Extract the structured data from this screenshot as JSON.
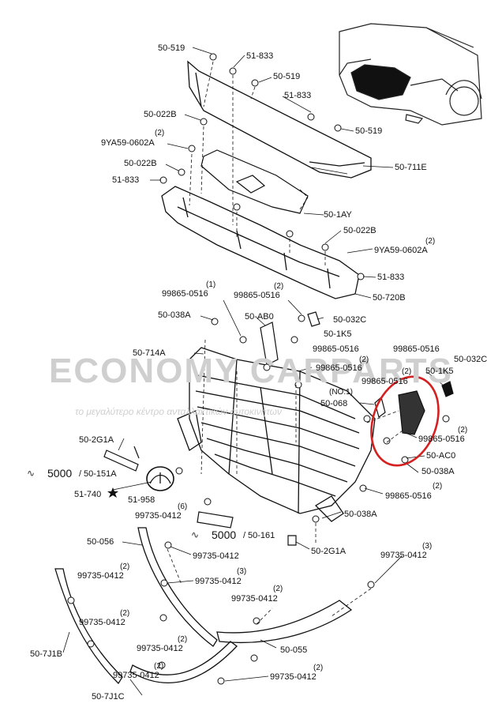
{
  "watermark": {
    "brand": "ECONOMY CARPARTS",
    "tagline": "το μεγαλύτερο κέντρο ανταλλακτικών αυτοκινήτων"
  },
  "callouts": [
    {
      "text": "50-519",
      "qty": ""
    },
    {
      "text": "51-833",
      "qty": ""
    },
    {
      "text": "50-519",
      "qty": ""
    },
    {
      "text": "51-833",
      "qty": ""
    },
    {
      "text": "50-022B",
      "qty": ""
    },
    {
      "text": "50-519",
      "qty": ""
    },
    {
      "text": "9YA59-0602A",
      "qty": "(2)"
    },
    {
      "text": "50-022B",
      "qty": ""
    },
    {
      "text": "51-833",
      "qty": ""
    },
    {
      "text": "50-711E",
      "qty": ""
    },
    {
      "text": "50-1AY",
      "qty": ""
    },
    {
      "text": "50-022B",
      "qty": ""
    },
    {
      "text": "9YA59-0602A",
      "qty": "(2)"
    },
    {
      "text": "51-833",
      "qty": ""
    },
    {
      "text": "50-720B",
      "qty": ""
    },
    {
      "text": "99865-0516",
      "qty": "(1)"
    },
    {
      "text": "99865-0516",
      "qty": "(2)"
    },
    {
      "text": "50-038A",
      "qty": ""
    },
    {
      "text": "50-AB0",
      "qty": ""
    },
    {
      "text": "50-032C",
      "qty": ""
    },
    {
      "text": "50-1K5",
      "qty": ""
    },
    {
      "text": "99865-0516",
      "qty": ""
    },
    {
      "text": "50-714A",
      "qty": ""
    },
    {
      "text": "99865-0516",
      "qty": "(2)"
    },
    {
      "text": "99865-0516",
      "qty": ""
    },
    {
      "text": "50-032C",
      "qty": ""
    },
    {
      "text": "50-1K5",
      "qty": ""
    },
    {
      "text": "99865-0516",
      "qty": "(2)"
    },
    {
      "text": "(NO.1)",
      "qty": ""
    },
    {
      "text": "50-068",
      "qty": ""
    },
    {
      "text": "99865-0516",
      "qty": "(2)"
    },
    {
      "text": "50-AC0",
      "qty": ""
    },
    {
      "text": "50-038A",
      "qty": ""
    },
    {
      "text": "50-2G1A",
      "qty": ""
    },
    {
      "text": "51-740",
      "qty": ""
    },
    {
      "text": "51-958",
      "qty": ""
    },
    {
      "text": "99735-0412",
      "qty": "(6)"
    },
    {
      "text": "99865-0516",
      "qty": "(2)"
    },
    {
      "text": "50-038A",
      "qty": ""
    },
    {
      "text": "50-161",
      "qty": ""
    },
    {
      "text": "50-2G1A",
      "qty": ""
    },
    {
      "text": "50-056",
      "qty": ""
    },
    {
      "text": "99735-0412",
      "qty": ""
    },
    {
      "text": "99735-0412",
      "qty": "(3)"
    },
    {
      "text": "99735-0412",
      "qty": "(2)"
    },
    {
      "text": "99735-0412",
      "qty": "(3)"
    },
    {
      "text": "99735-0412",
      "qty": "(2)"
    },
    {
      "text": "99735-0412",
      "qty": "(2)"
    },
    {
      "text": "99735-0412",
      "qty": "(2)"
    },
    {
      "text": "50-7J1B",
      "qty": ""
    },
    {
      "text": "50-055",
      "qty": ""
    },
    {
      "text": "99735-0412",
      "qty": "(2)"
    },
    {
      "text": "99735-0412",
      "qty": "(2)"
    },
    {
      "text": "50-7J1C",
      "qty": ""
    }
  ],
  "refs": [
    {
      "num": "5000",
      "part": "50-151A"
    },
    {
      "num": "5000",
      "part": "50-161"
    }
  ],
  "highlight_color": "#d42020"
}
